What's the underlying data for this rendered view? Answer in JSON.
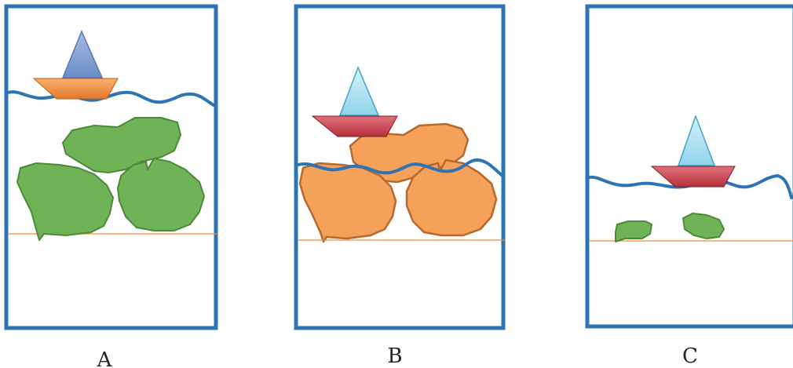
{
  "panels": [
    {
      "label": "A"
    },
    {
      "label": "B"
    },
    {
      "label": "C"
    }
  ],
  "colors": {
    "frame": "#2e74b5",
    "water": "#2e74b5",
    "baseline": "#f08a3e",
    "rock_green": "#6fb356",
    "rock_orange": "#f6a15a",
    "boat_hull_orange": "#f39a4a",
    "boat_hull_red": "#c9414e",
    "sail_blue": "#7f9fd2",
    "sail_light_blue": "#a9dff0"
  },
  "icons": [
    "boat-icon",
    "rock-icon",
    "water-line"
  ]
}
